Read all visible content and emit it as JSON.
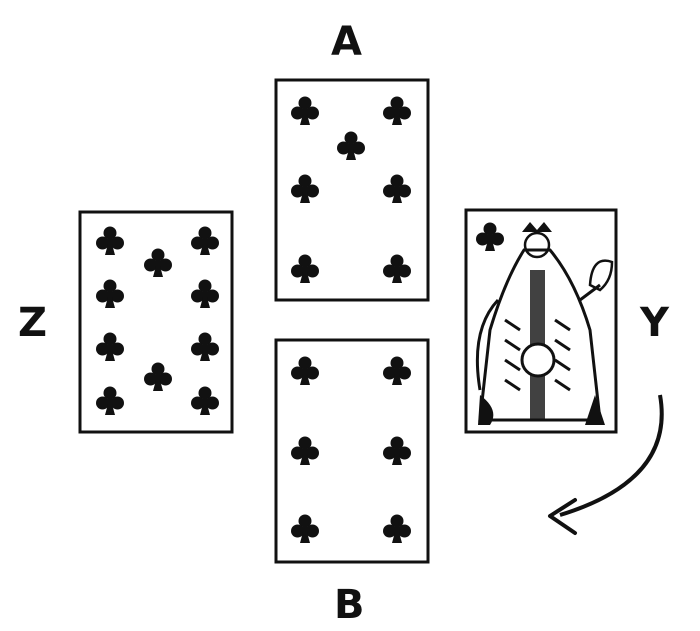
{
  "labels": {
    "top": "A",
    "left": "Z",
    "right": "Y",
    "bottom": "B"
  },
  "cards": [
    {
      "position": "A",
      "suit": "clubs",
      "pips": 7
    },
    {
      "position": "Z",
      "suit": "clubs",
      "pips": 10
    },
    {
      "position": "B",
      "suit": "clubs",
      "pips": 6
    },
    {
      "position": "Y",
      "suit": "clubs",
      "face": "queen"
    }
  ],
  "arrow": {
    "direction": "clockwise",
    "from": "Y",
    "to": "B"
  },
  "colors": {
    "ink": "#111111",
    "paper": "#ffffff"
  }
}
